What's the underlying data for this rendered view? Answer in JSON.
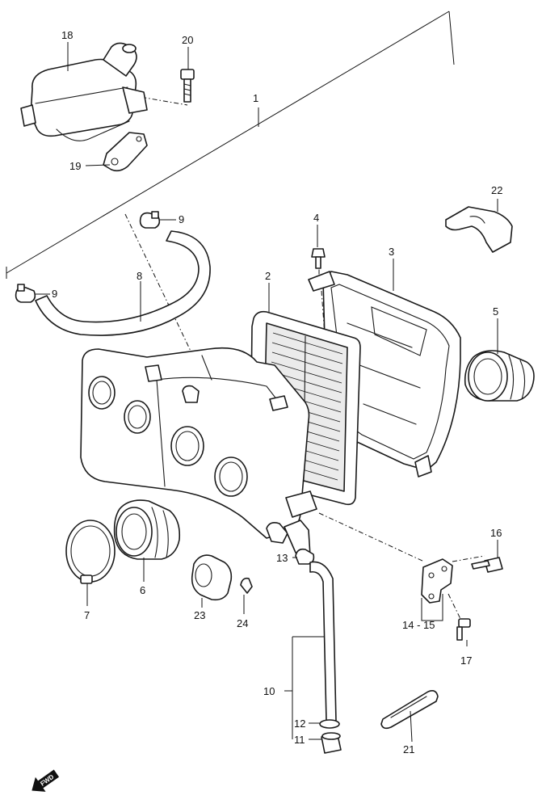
{
  "callouts": {
    "c1": "1",
    "c2": "2",
    "c3": "3",
    "c4": "4",
    "c5": "5",
    "c6": "6",
    "c7": "7",
    "c8": "8",
    "c9a": "9",
    "c9b": "9",
    "c10": "10",
    "c11": "11",
    "c12": "12",
    "c13": "13",
    "c14_15": "14 - 15",
    "c16": "16",
    "c17": "17",
    "c18": "18",
    "c19": "19",
    "c20": "20",
    "c21": "21",
    "c22": "22",
    "c23": "23",
    "c24": "24"
  },
  "fwd_arrow": {
    "label": "FWD"
  }
}
